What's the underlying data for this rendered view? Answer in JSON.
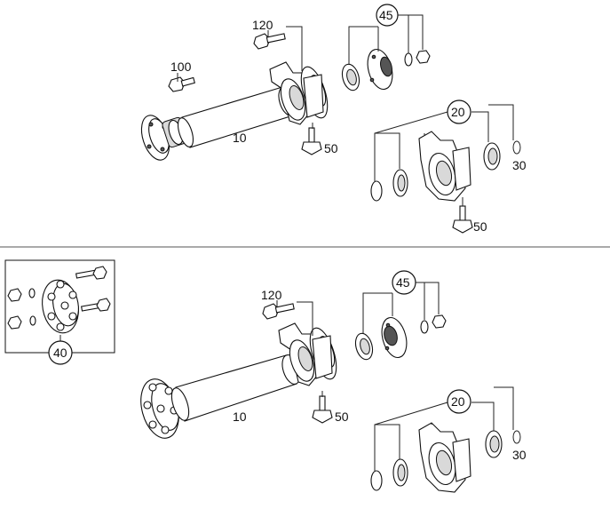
{
  "labels": {
    "top_shaft": "10",
    "top_bolt_100": "100",
    "top_bolt_120": "120",
    "top_group_45": "45",
    "top_bolt_50_a": "50",
    "top_group_20": "20",
    "top_ring_30": "30",
    "top_bolt_50_b": "50",
    "bot_shaft": "10",
    "bot_bolt_120": "120",
    "bot_group_45": "45",
    "bot_bolt_50": "50",
    "bot_group_20": "20",
    "bot_ring_30": "30",
    "bot_flex_disc_40": "40"
  }
}
